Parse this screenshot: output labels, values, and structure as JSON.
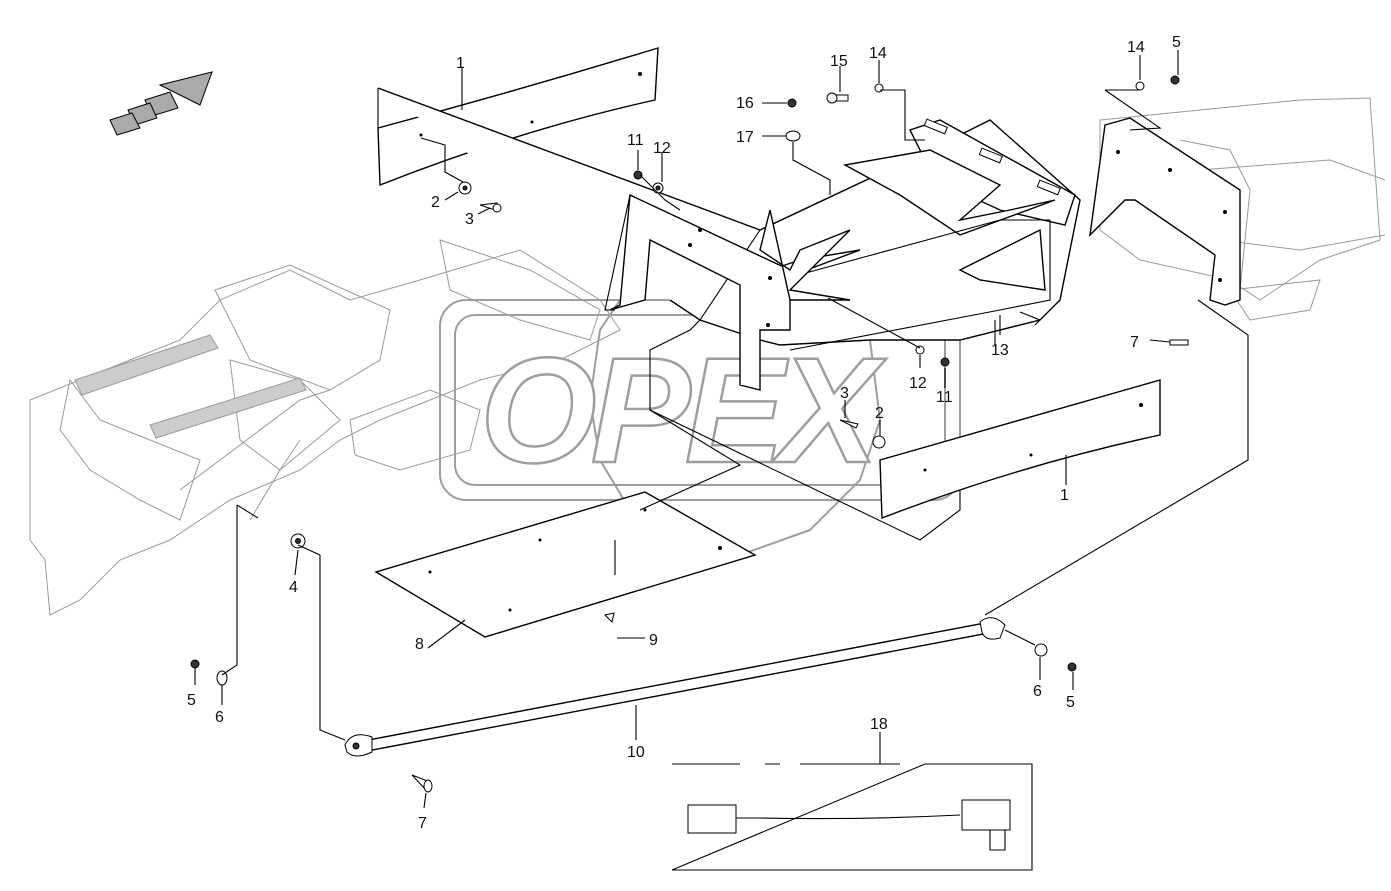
{
  "watermark": {
    "text": "OPEX"
  },
  "colors": {
    "line": "#000000",
    "background_part": "#9a9a9a",
    "watermark": "#9e9e9e"
  },
  "callouts": [
    {
      "id": "c1a",
      "label": "1"
    },
    {
      "id": "c2a",
      "label": "2"
    },
    {
      "id": "c3a",
      "label": "3"
    },
    {
      "id": "c11a",
      "label": "11"
    },
    {
      "id": "c12a",
      "label": "12"
    },
    {
      "id": "c15",
      "label": "15"
    },
    {
      "id": "c14a",
      "label": "14"
    },
    {
      "id": "c16",
      "label": "16"
    },
    {
      "id": "c17",
      "label": "17"
    },
    {
      "id": "c14b",
      "label": "14"
    },
    {
      "id": "c5a",
      "label": "5"
    },
    {
      "id": "c13",
      "label": "13"
    },
    {
      "id": "c7a",
      "label": "7"
    },
    {
      "id": "c12b",
      "label": "12"
    },
    {
      "id": "c11b",
      "label": "11"
    },
    {
      "id": "c3b",
      "label": "3"
    },
    {
      "id": "c2b",
      "label": "2"
    },
    {
      "id": "c1b",
      "label": "1"
    },
    {
      "id": "c4",
      "label": "4"
    },
    {
      "id": "c8",
      "label": "8"
    },
    {
      "id": "c9",
      "label": "9"
    },
    {
      "id": "c5b",
      "label": "5"
    },
    {
      "id": "c6a",
      "label": "6"
    },
    {
      "id": "c10",
      "label": "10"
    },
    {
      "id": "c6b",
      "label": "6"
    },
    {
      "id": "c5c",
      "label": "5"
    },
    {
      "id": "c18",
      "label": "18"
    },
    {
      "id": "c7b",
      "label": "7"
    }
  ]
}
